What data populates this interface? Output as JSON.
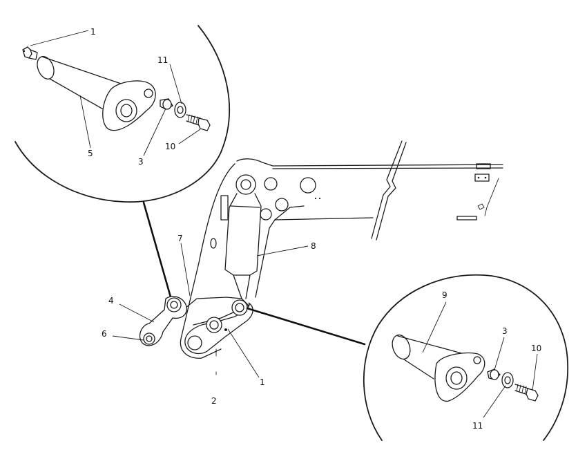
{
  "callouts": {
    "top_detail": [
      "1",
      "11",
      "5",
      "3",
      "10"
    ],
    "main": [
      "7",
      "8",
      "4",
      "6",
      "1",
      "2"
    ],
    "bottom_detail": [
      "9",
      "3",
      "10",
      "11"
    ]
  }
}
